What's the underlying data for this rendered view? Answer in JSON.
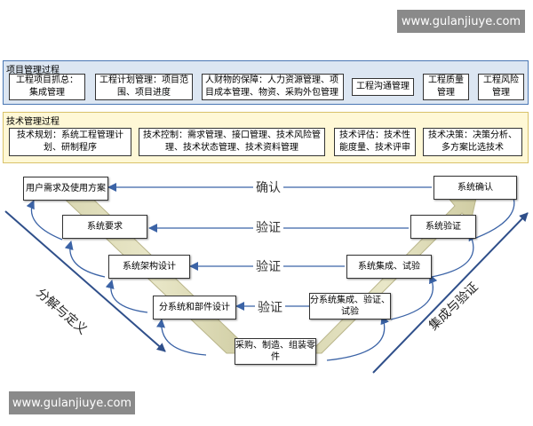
{
  "watermark_top": "www.gulanjiuye.com",
  "watermark_bottom": "www.gulanjiuye.com",
  "project_mgmt": {
    "title": "项目管理过程",
    "items": [
      "工程项目抓总：集成管理",
      "工程计划管理：项目范围、项目进度",
      "人财物的保障：人力资源管理、项目成本管理、物资、采购外包管理",
      "工程沟通管理",
      "工程质量管理",
      "工程风险管理"
    ]
  },
  "tech_mgmt": {
    "title": "技术管理过程",
    "items": [
      "技术规划：系统工程管理计划、研制程序",
      "技术控制：需求管理、接口管理、技术风险管理、技术状态管理、技术资料管理",
      "技术评估：技术性能度量、技术评审",
      "技术决策：决策分析、多方案比选技术"
    ]
  },
  "vmodel": {
    "left": [
      "用户需求及使用方案",
      "系统要求",
      "系统架构设计",
      "分系统和部件设计"
    ],
    "bottom": "采购、制造、组装零件",
    "right": [
      "系统确认",
      "系统验证",
      "系统集成、试验",
      "分系统集成、验证、试验"
    ],
    "links": [
      "确认",
      "验证",
      "验证",
      "验证"
    ],
    "left_side_label": "分解与定义",
    "right_side_label": "集成与验证"
  },
  "colors": {
    "group1_border": "#4a77b4",
    "group1_fill": "#dce6f2",
    "group2_border": "#d9c26a",
    "group2_fill": "#fff8d6",
    "arrow": "#3b63a6"
  }
}
